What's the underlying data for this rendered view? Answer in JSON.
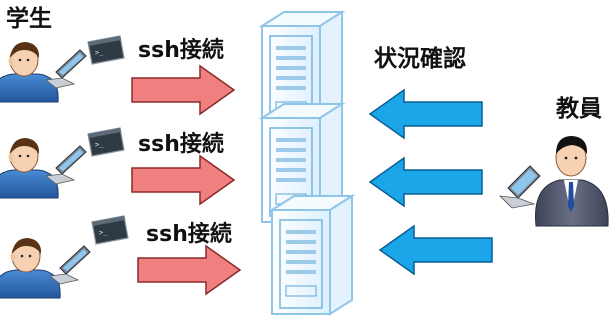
{
  "labels": {
    "students": "学生",
    "teacher": "教員",
    "status_check": "状況確認",
    "ssh": "ssh接続"
  },
  "colors": {
    "ssh_arrow_fill": "#f08080",
    "ssh_arrow_stroke": "#8a2a2a",
    "check_arrow_fill": "#1aa6e8",
    "check_arrow_stroke": "#0a5f94",
    "server_stroke": "#8fc6e8",
    "server_fill": "#eef7fd",
    "suit": "#5a5f75",
    "shirt": "#2f6fb8",
    "terminal": "#2e3a44"
  },
  "icons": [
    "student-icon",
    "laptop-icon",
    "terminal-window-icon",
    "server-icon",
    "teacher-icon",
    "arrow-icon"
  ]
}
